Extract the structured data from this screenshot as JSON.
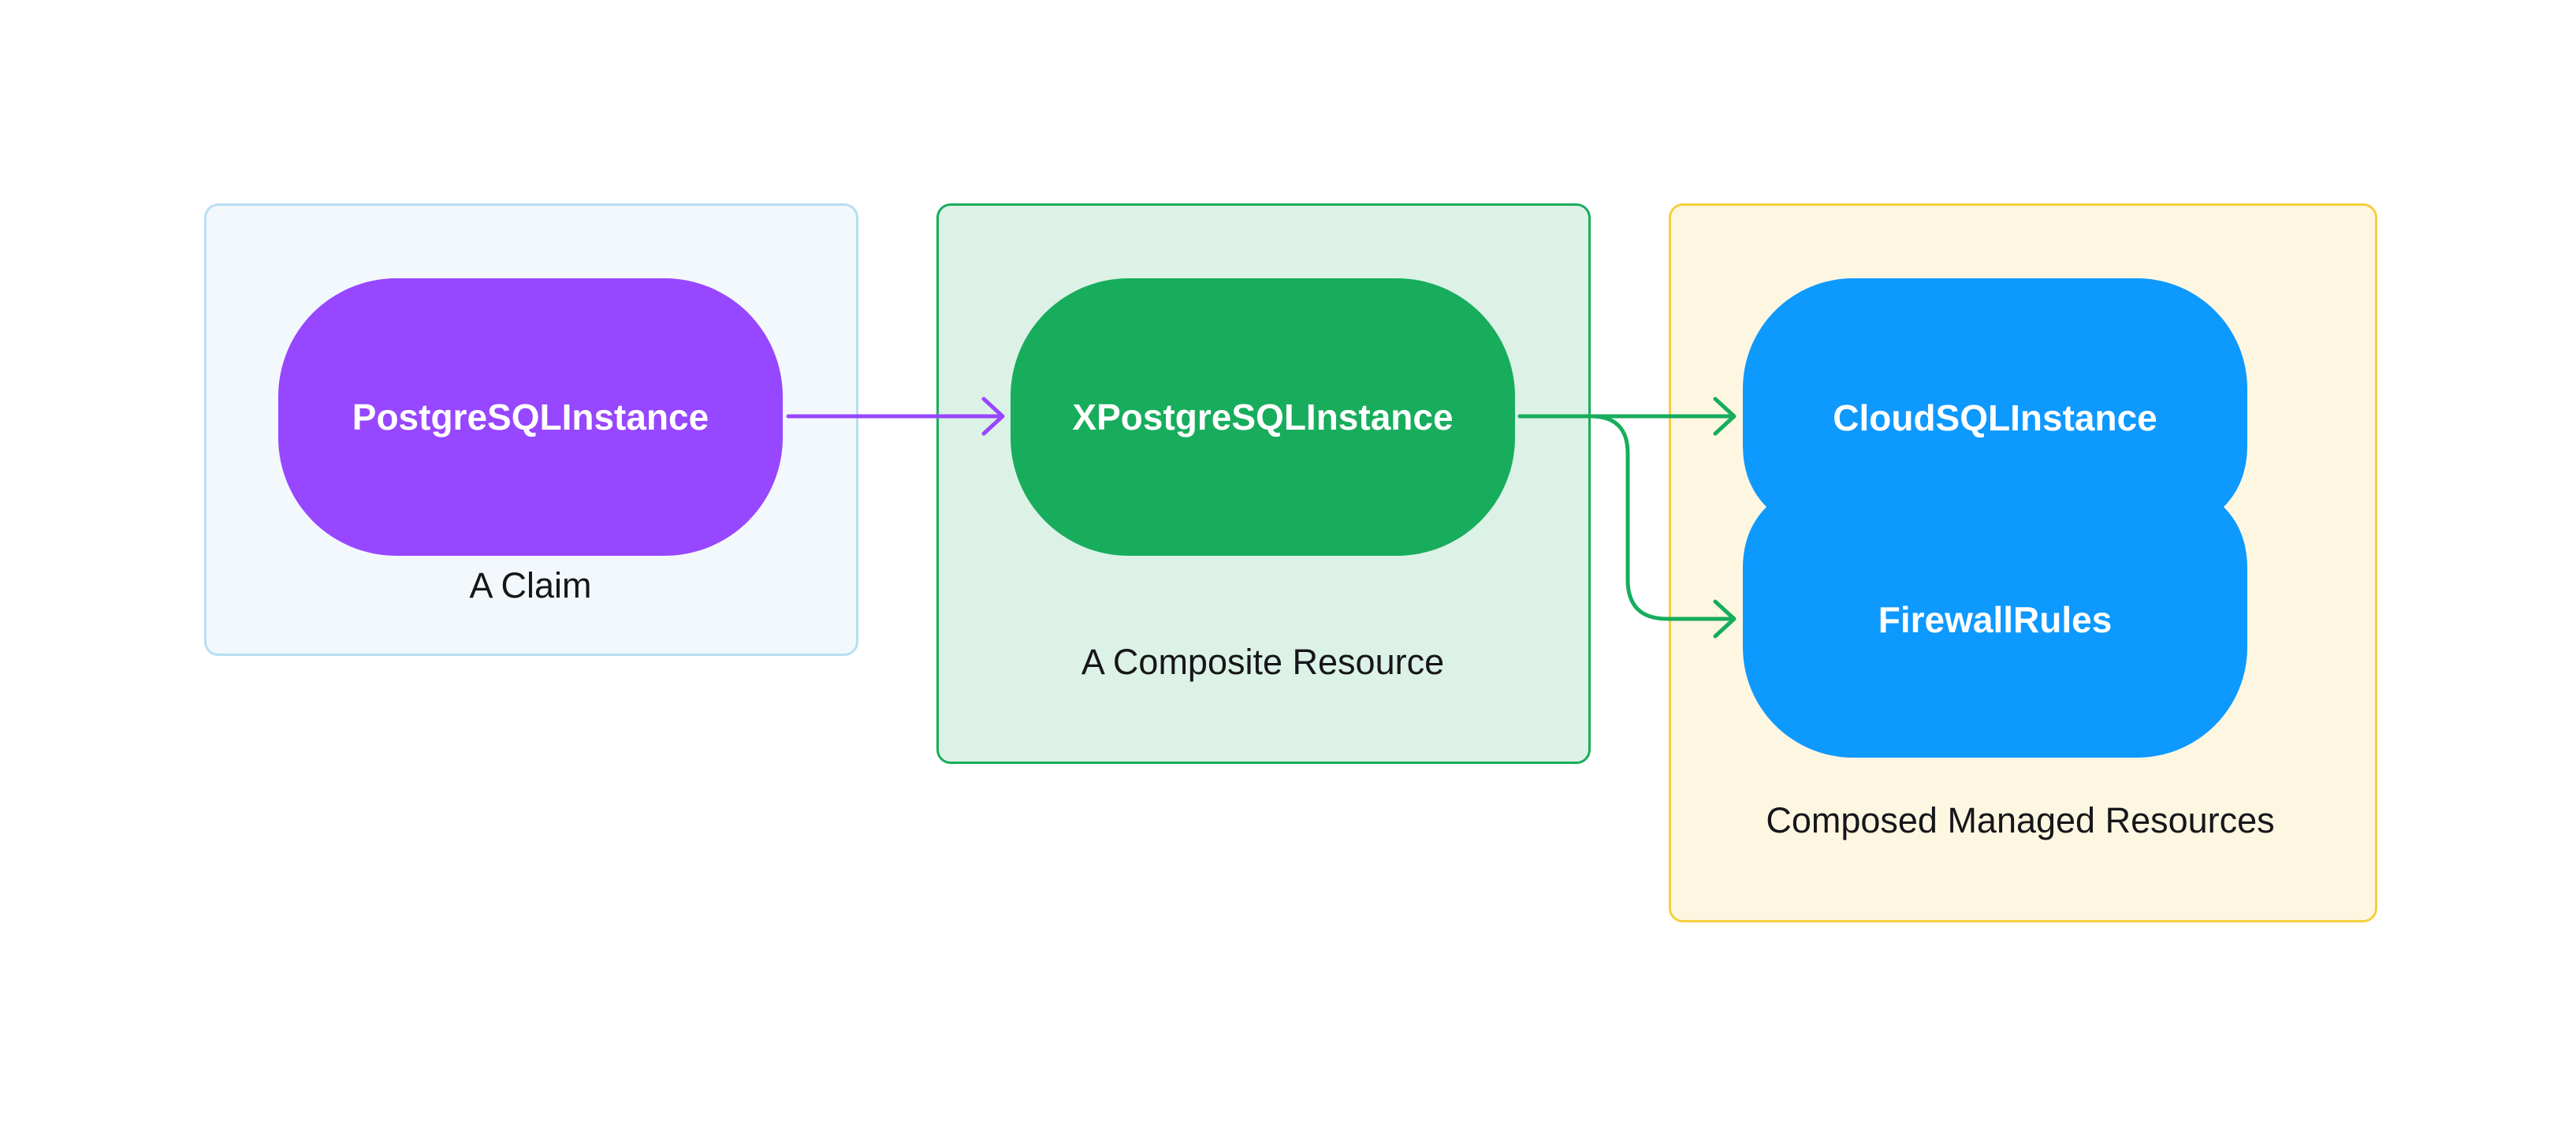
{
  "groups": {
    "claim": {
      "label": "A Claim"
    },
    "composite": {
      "label": "A Composite Resource"
    },
    "managed": {
      "label": "Composed Managed Resources"
    }
  },
  "nodes": {
    "claim": "PostgreSQLInstance",
    "composite": "XPostgreSQLInstance",
    "cloudsql": "CloudSQLInstance",
    "firewall": "FirewallRules"
  },
  "colors": {
    "claim_node": "#9747ff",
    "composite_node": "#17ad5c",
    "managed_node": "#0e99ff",
    "claim_arrow": "#9747ff",
    "composite_arrow": "#17ad5c"
  }
}
